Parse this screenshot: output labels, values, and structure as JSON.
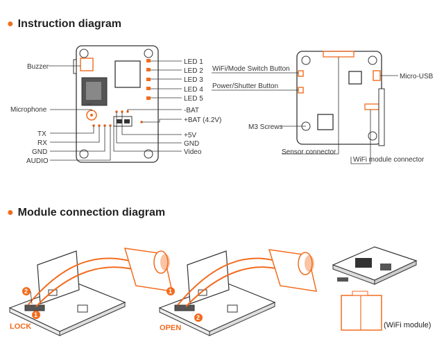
{
  "sections": {
    "instruction_title": "Instruction diagram",
    "module_title": "Module connection diagram"
  },
  "left_board": {
    "left_labels": [
      "Buzzer",
      "Microphone",
      "TX",
      "RX",
      "GND",
      "AUDIO"
    ],
    "right_labels": [
      "LED 1",
      "LED 2",
      "LED 3",
      "LED 4",
      "LED 5",
      "-BAT",
      "+BAT (4.2V)",
      "+5V",
      "GND",
      "Video"
    ]
  },
  "right_board": {
    "labels": {
      "wifi_switch": "WiFi/Mode Switch Button",
      "power_button": "Power/Shutter Button",
      "micro_usb": "Micro-USB",
      "m3_screws": "M3 Screws",
      "sensor_connector": "Sensor connector",
      "wifi_connector": "WiFi module connector"
    }
  },
  "module": {
    "lock": "LOCK",
    "open": "OPEN",
    "wifi_module": "(WiFi module)",
    "step1": "1",
    "step2": "2"
  },
  "colors": {
    "accent": "#f26b1d",
    "line": "#333333"
  }
}
